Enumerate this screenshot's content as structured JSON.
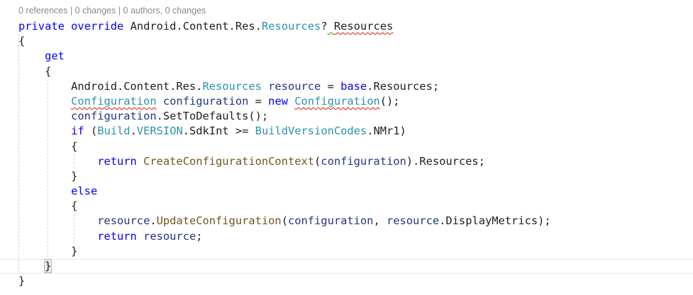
{
  "codelens": "0 references | 0 changes | 0 authors, 0 changes",
  "lines": [
    [
      [
        "kw",
        "private"
      ],
      [
        "plain",
        " "
      ],
      [
        "kw",
        "override"
      ],
      [
        "plain",
        " Android.Content.Res."
      ],
      [
        "type",
        "Resources"
      ],
      [
        "plain",
        "?"
      ],
      [
        "plain",
        " "
      ],
      [
        "plain",
        "Resources"
      ]
    ],
    [
      [
        "plain",
        "{"
      ]
    ],
    [
      [
        "plain",
        "    "
      ],
      [
        "kw",
        "get"
      ]
    ],
    [
      [
        "plain",
        "    "
      ],
      [
        "plain",
        "{"
      ]
    ],
    [
      [
        "plain",
        "        Android.Content.Res."
      ],
      [
        "type",
        "Resources"
      ],
      [
        "plain",
        " "
      ],
      [
        "var",
        "resource"
      ],
      [
        "plain",
        " = "
      ],
      [
        "kw",
        "base"
      ],
      [
        "plain",
        ".Resources;"
      ]
    ],
    [
      [
        "plain",
        "        "
      ],
      [
        "type",
        "Configuration"
      ],
      [
        "plain",
        " "
      ],
      [
        "var",
        "configuration"
      ],
      [
        "plain",
        " = "
      ],
      [
        "kw",
        "new"
      ],
      [
        "plain",
        " "
      ],
      [
        "type",
        "Configuration"
      ],
      [
        "plain",
        "();"
      ]
    ],
    [
      [
        "plain",
        "        "
      ],
      [
        "var",
        "configuration"
      ],
      [
        "plain",
        ".SetToDefaults();"
      ]
    ],
    [
      [
        "plain",
        "        "
      ],
      [
        "kw",
        "if"
      ],
      [
        "plain",
        " ("
      ],
      [
        "type",
        "Build"
      ],
      [
        "plain",
        "."
      ],
      [
        "type",
        "VERSION"
      ],
      [
        "plain",
        ".SdkInt >= "
      ],
      [
        "type",
        "BuildVersionCodes"
      ],
      [
        "plain",
        ".NMr1)"
      ]
    ],
    [
      [
        "plain",
        "        {"
      ]
    ],
    [
      [
        "plain",
        "            "
      ],
      [
        "kw",
        "return"
      ],
      [
        "plain",
        " "
      ],
      [
        "fn",
        "CreateConfigurationContext"
      ],
      [
        "plain",
        "("
      ],
      [
        "var",
        "configuration"
      ],
      [
        "plain",
        ").Resources;"
      ]
    ],
    [
      [
        "plain",
        "        }"
      ]
    ],
    [
      [
        "plain",
        "        "
      ],
      [
        "kw",
        "else"
      ]
    ],
    [
      [
        "plain",
        "        {"
      ]
    ],
    [
      [
        "plain",
        "            "
      ],
      [
        "var",
        "resource"
      ],
      [
        "plain",
        "."
      ],
      [
        "fn",
        "UpdateConfiguration"
      ],
      [
        "plain",
        "("
      ],
      [
        "var",
        "configuration"
      ],
      [
        "plain",
        ", "
      ],
      [
        "var",
        "resource"
      ],
      [
        "plain",
        ".DisplayMetrics);"
      ]
    ],
    [
      [
        "plain",
        "            "
      ],
      [
        "kw",
        "return"
      ],
      [
        "plain",
        " "
      ],
      [
        "var",
        "resource"
      ],
      [
        "plain",
        ";"
      ]
    ],
    [
      [
        "plain",
        "        }"
      ]
    ],
    [
      [
        "plain",
        "    "
      ],
      [
        "plain",
        "}"
      ]
    ],
    [
      [
        "plain",
        "}"
      ]
    ]
  ]
}
